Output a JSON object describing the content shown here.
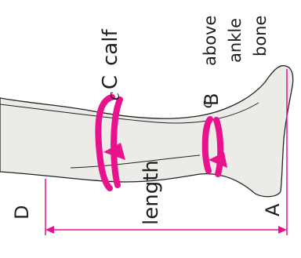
{
  "colors": {
    "background": "#ffffff",
    "leg_fill": "#ecebe8",
    "leg_outline": "#222222",
    "measure_line": "#e8128c",
    "label_text": "#1e1e1e"
  },
  "labels": {
    "point_d": "D",
    "point_a": "A",
    "length": "length",
    "point_b": "B",
    "point_c": "C",
    "calf": "calf",
    "above_line1": "above",
    "above_line2": "ankle",
    "above_line3": "bone"
  },
  "circumference_symbol": "c"
}
